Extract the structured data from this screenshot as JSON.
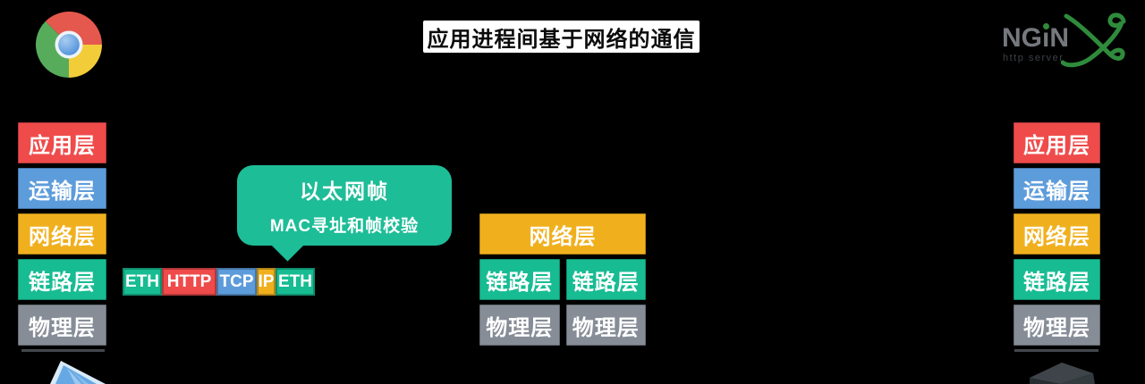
{
  "title": "应用进程间基于网络的通信",
  "layers": [
    {
      "id": "application",
      "label": "应用层",
      "color": "#EF4B4B"
    },
    {
      "id": "transport",
      "label": "运输层",
      "color": "#5D9CDB"
    },
    {
      "id": "network",
      "label": "网络层",
      "color": "#F0B01E"
    },
    {
      "id": "link",
      "label": "链路层",
      "color": "#17BC92"
    },
    {
      "id": "physical",
      "label": "物理层",
      "color": "#868D97"
    }
  ],
  "router_stack": {
    "network_label": "网络层",
    "columns": [
      {
        "link_label": "链路层",
        "physical_label": "物理层"
      },
      {
        "link_label": "链路层",
        "physical_label": "物理层"
      }
    ]
  },
  "callout": {
    "line1": "以太网帧",
    "line2": "MAC寻址和帧校验",
    "color": "#1DBD97"
  },
  "packet": {
    "segments": [
      {
        "label": "ETH",
        "color": "#17BC92"
      },
      {
        "label": "HTTP",
        "color": "#EF4B4B"
      },
      {
        "label": "TCP",
        "color": "#5D9CDB"
      },
      {
        "label": "IP",
        "color": "#F0B01E"
      },
      {
        "label": "ETH",
        "color": "#17BC92"
      }
    ]
  },
  "chrome_logo": {
    "name": "Google Chrome",
    "red": "#E5584E",
    "green": "#57AC5B",
    "yellow": "#F3CC3A",
    "blue": "#4C8EDA"
  },
  "nginx_logo": {
    "text_left": "NG",
    "dotless_i": "ı",
    "text_right": "N",
    "x_letter": "X",
    "tagline": "http server",
    "gray": "#75797D",
    "green": "#2F8B3C"
  }
}
